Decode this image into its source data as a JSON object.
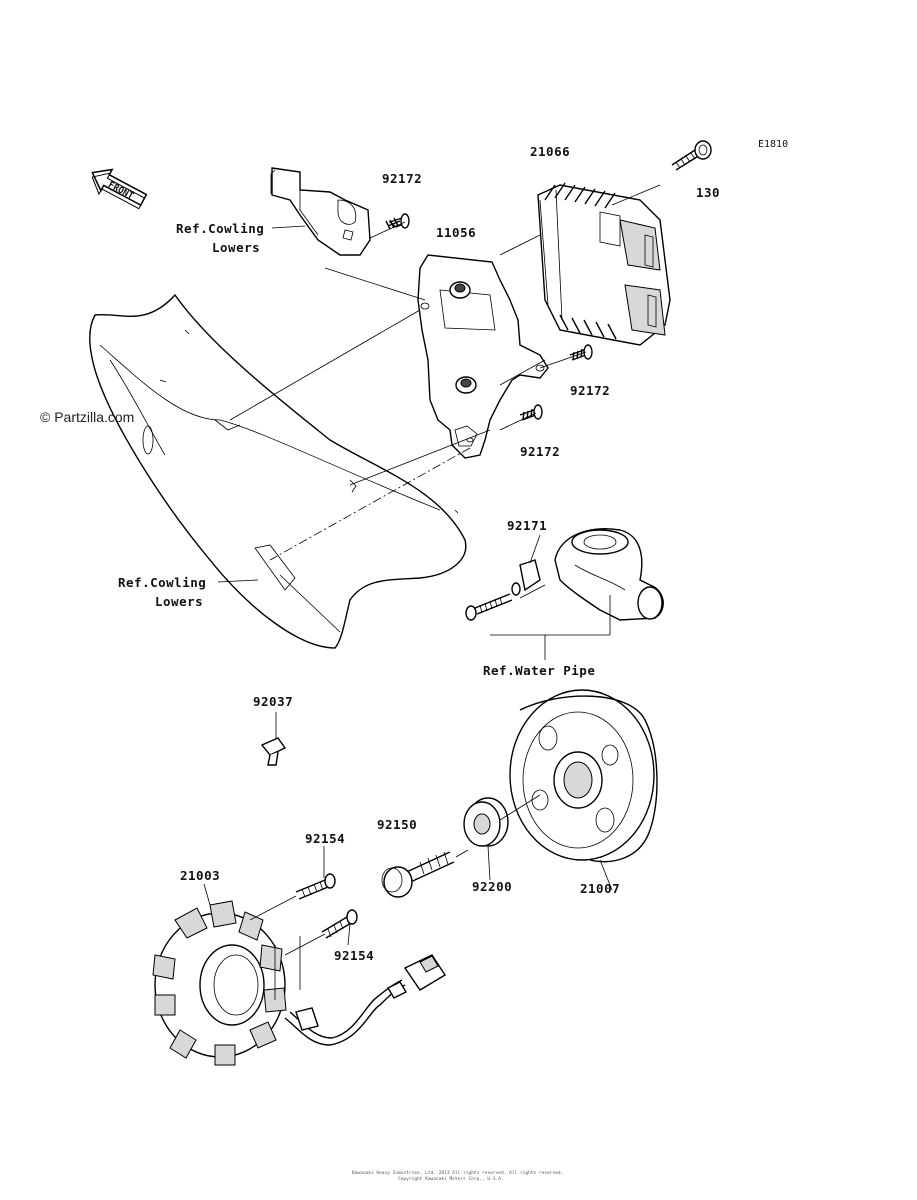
{
  "diagram_code": "E1810",
  "front_arrow_label": "FRONT",
  "watermark": "© Partzilla.com",
  "footer_line1": "Kawasaki Heavy Industries, Ltd. 2013 All rights reserved. All rights reserved.",
  "footer_line2": "Copyright Kawasaki Motors Corp., U.S.A.",
  "references": {
    "cowling_upper": [
      "Ref.Cowling",
      "Lowers"
    ],
    "cowling_lower": [
      "Ref.Cowling",
      "Lowers"
    ],
    "water_pipe": "Ref.Water Pipe"
  },
  "parts": {
    "p92172_a": "92172",
    "p11056": "11056",
    "p21066": "21066",
    "p130": "130",
    "p92172_b": "92172",
    "p92172_c": "92172",
    "p92171": "92171",
    "p92037": "92037",
    "p92150": "92150",
    "p92154_a": "92154",
    "p21003": "21003",
    "p92200": "92200",
    "p21007": "21007",
    "p92154_b": "92154"
  }
}
